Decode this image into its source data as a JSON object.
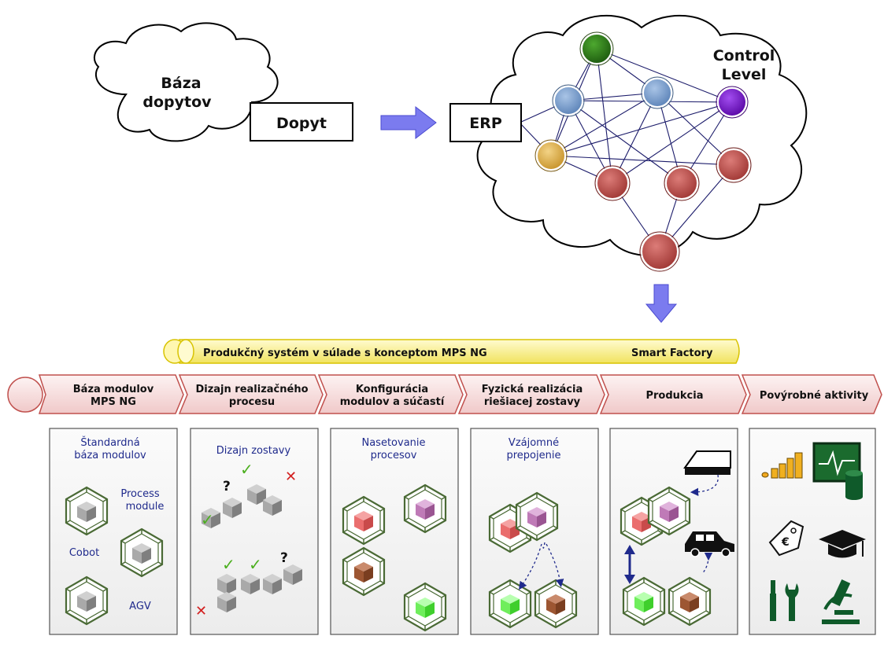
{
  "top": {
    "cloud_left_label_line1": "Báza",
    "cloud_left_label_line2": "dopytov",
    "request_box": "Dopyt",
    "erp_box": "ERP",
    "control_level_line1": "Control",
    "control_level_line2": "Level"
  },
  "banner": {
    "title": "Produkčný systém v súlade s konceptom MPS NG",
    "right": "Smart Factory"
  },
  "phases": [
    {
      "line1": "Báza modulov",
      "line2": "MPS NG"
    },
    {
      "line1": "Dizajn realizačného",
      "line2": "procesu"
    },
    {
      "line1": "Konfigurácia",
      "line2": "modulov a súčastí"
    },
    {
      "line1": "Fyzická realizácia",
      "line2": "riešiacej zostavy"
    },
    {
      "line1": "Produkcia",
      "line2": ""
    },
    {
      "line1": "Povýrobné aktivity",
      "line2": ""
    }
  ],
  "panels": {
    "p1": {
      "title1": "Štandardná",
      "title2": "báza modulov",
      "process1": "Process",
      "process2": "module",
      "cobot": "Cobot",
      "agv": "AGV"
    },
    "p2": {
      "title": "Dizajn zostavy"
    },
    "p3": {
      "title1": "Nasetovanie",
      "title2": "procesov"
    },
    "p4": {
      "title1": "Vzájomné",
      "title2": "prepojenie"
    }
  },
  "colors": {
    "node_green": "#2e7d1a",
    "node_blue": "#7ea3cf",
    "node_purple": "#7b12d6",
    "node_yellow": "#e3b653",
    "node_red": "#c0504d",
    "arrow_blue": "#7b7bef",
    "phase_fill": "#f8e0e0",
    "phase_stroke": "#c0504d",
    "banner_fill": "#f7f09a",
    "banner_stroke": "#e3cf00",
    "panel_bg": "#f2f2f2"
  },
  "icons": [
    "cube-icon",
    "check-icon",
    "cross-icon",
    "question-icon",
    "car-icon",
    "coins-icon",
    "monitor-icon",
    "database-icon",
    "price-tag-icon",
    "graduation-cap-icon",
    "tools-icon",
    "microscope-icon"
  ]
}
